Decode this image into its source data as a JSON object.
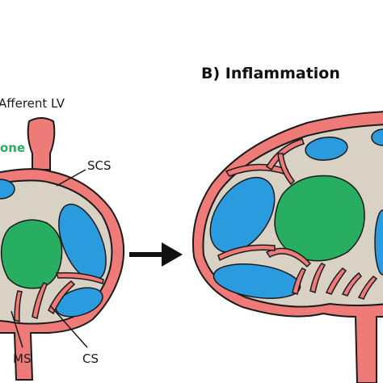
{
  "panel_b": {
    "title": "B) Inflammation"
  },
  "labels": {
    "afferent_lv": "Afferent LV",
    "zone_fragment": "one",
    "scs": "SCS",
    "ms": "MS",
    "cs": "CS"
  },
  "colors": {
    "vessel": "#ee7b78",
    "vessel_stroke": "#1a1a1a",
    "stroma": "#d8d1c4",
    "b_cell_follicle": "#27ae60",
    "t_zone": "#2b9be0",
    "zone_label": "#27ae60",
    "arrow": "#111111"
  },
  "icons": {
    "transition_arrow": "right-arrow-icon"
  }
}
